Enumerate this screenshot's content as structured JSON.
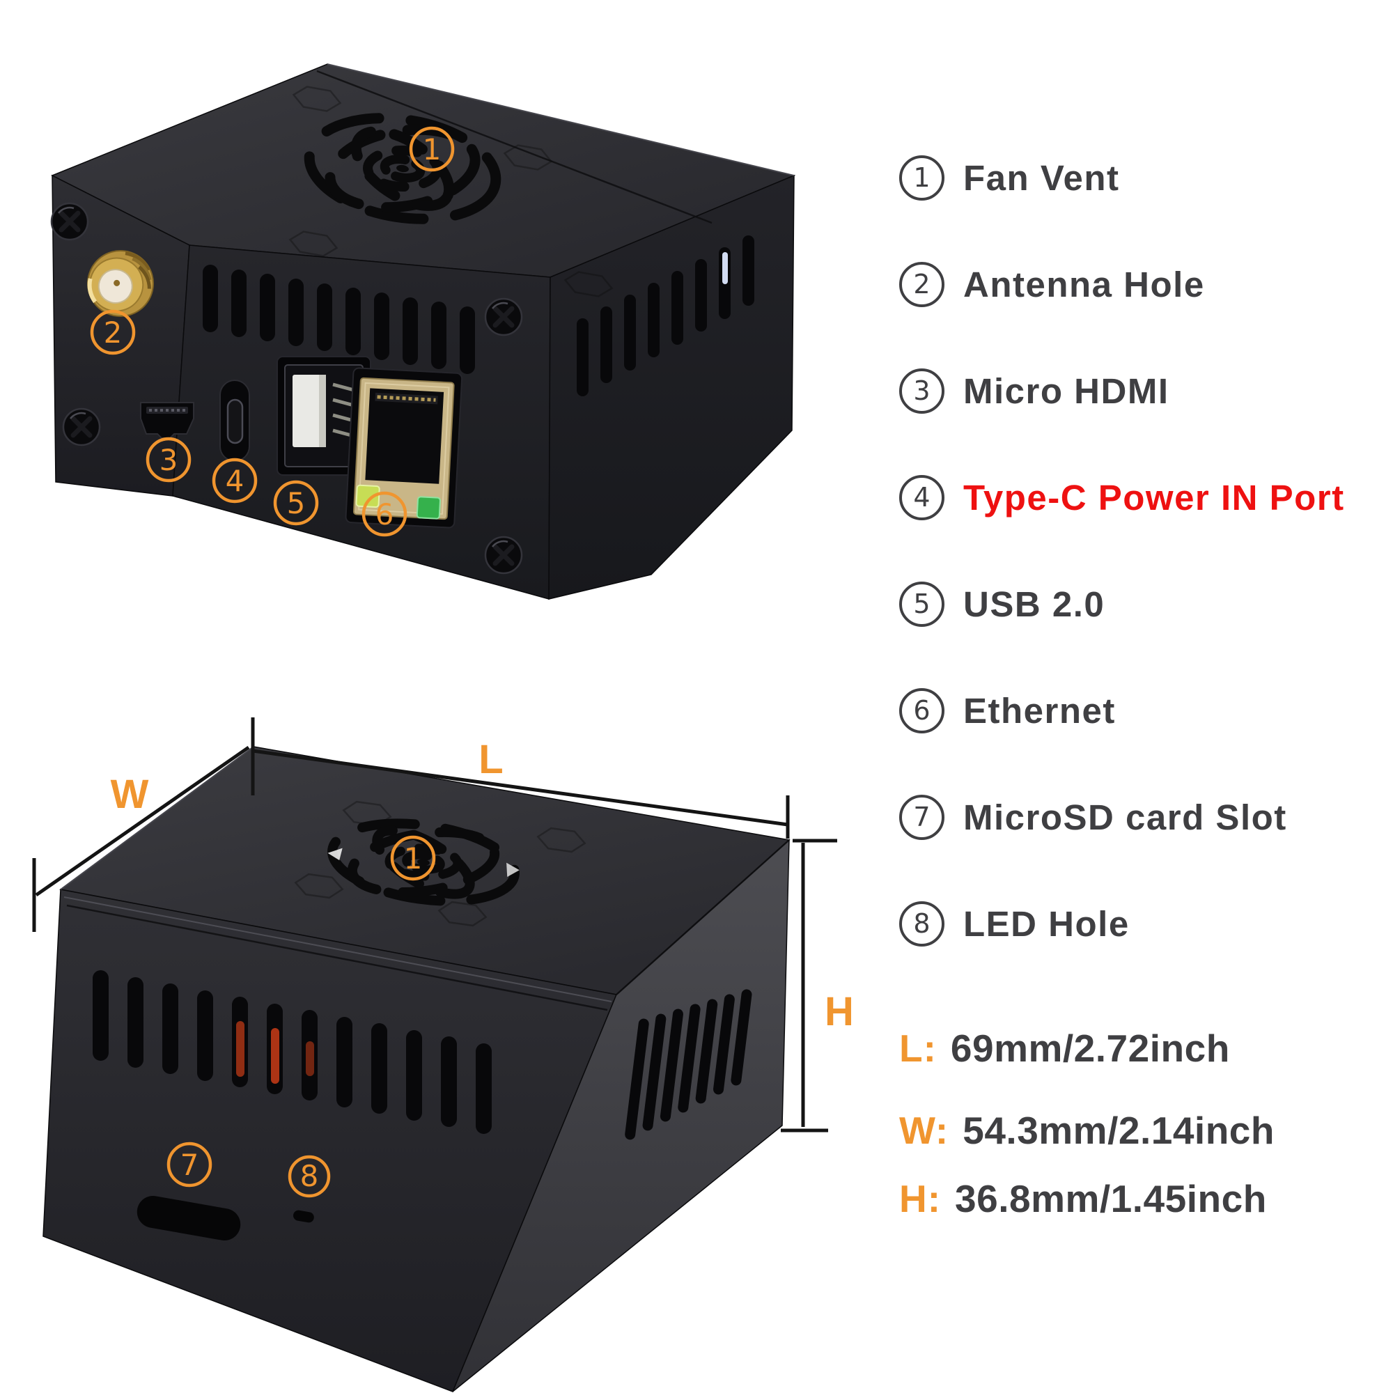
{
  "colors": {
    "accent_orange": "#F0952F",
    "alert_red": "#EE1111",
    "text_dark": "#3F3F42",
    "dimension_line_black": "#141414",
    "case_dark": "#1E1E22",
    "antenna_gold": "#C9A64F",
    "ethernet_bezel_gold": "#C9B687",
    "usb_tongue_white": "#E9E9E5",
    "led_green": "#35B14C",
    "led_yellow_green": "#C7DD55",
    "vent_glow_red": "#B53616",
    "vent_glow_blue": "#DDE8FF"
  },
  "callouts": {
    "items": [
      {
        "num": "1",
        "label": "Fan Vent",
        "highlighted": false
      },
      {
        "num": "2",
        "label": "Antenna Hole",
        "highlighted": false
      },
      {
        "num": "3",
        "label": "Micro HDMI",
        "highlighted": false
      },
      {
        "num": "4",
        "label": "Type-C Power IN Port",
        "highlighted": true
      },
      {
        "num": "5",
        "label": "USB 2.0",
        "highlighted": false
      },
      {
        "num": "6",
        "label": "Ethernet",
        "highlighted": false
      },
      {
        "num": "7",
        "label": "MicroSD card Slot",
        "highlighted": false
      },
      {
        "num": "8",
        "label": "LED Hole",
        "highlighted": false
      }
    ]
  },
  "dimensions": {
    "letters": {
      "length": "L",
      "width": "W",
      "height": "H"
    },
    "entries": [
      {
        "key": "L:",
        "value": "69mm/2.72inch"
      },
      {
        "key": "W:",
        "value": "54.3mm/2.14inch"
      },
      {
        "key": "H:",
        "value": "36.8mm/1.45inch"
      }
    ]
  }
}
